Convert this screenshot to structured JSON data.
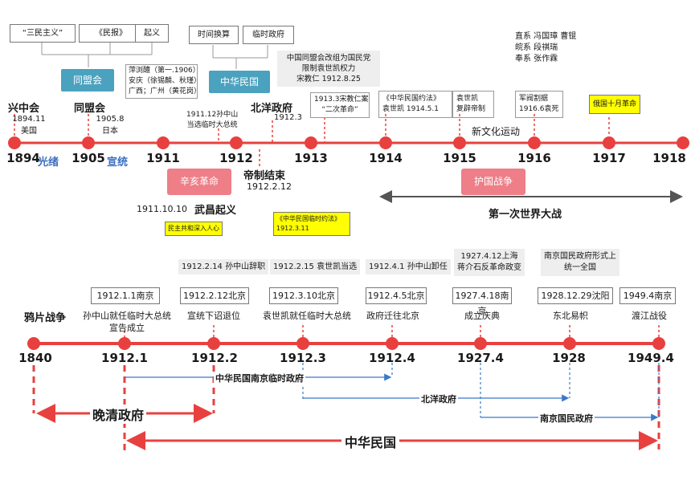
{
  "top": {
    "concept_boxes": [
      "“三民主义”",
      "《民报》",
      "起义"
    ],
    "concept_boxes2": [
      "时间换算",
      "临时政府"
    ],
    "tongmenghui_badge": "同盟会",
    "minguo_badge": "中华民国",
    "uprisings_note": [
      "萍浏醴（第一.1906）",
      "安庆（徐锡麟、秋瑾）",
      "广西；广州（黄花岗）"
    ],
    "kmt_note": [
      "中国同盟会改组为国民党",
      "限制袁世凯权力",
      "宋教仁 1912.8.25"
    ],
    "warlords_note": [
      "直系 冯国璋 曹锟",
      "皖系 段祺瑞",
      "奉系 张作霖"
    ],
    "years": [
      "1894",
      "1905",
      "1911",
      "1912",
      "1913",
      "1914",
      "1915",
      "1916",
      "1917",
      "1918"
    ],
    "year_tags": {
      "y1894": "光绪",
      "y1905": "宣统"
    },
    "events": {
      "xingzhonghui": "兴中会",
      "xingzhonghui_sub": [
        "1894.11",
        "美国"
      ],
      "tongmenghui": "同盟会",
      "tongmenghui_sub": [
        "1905.8",
        "日本"
      ],
      "sun_note": [
        "1911.12孙中山",
        "当选临时大总统"
      ],
      "beiyang": "北洋政府",
      "beiyang_date": "1912.3",
      "song_note": [
        "1913.3宋教仁案",
        "“二次革命”"
      ],
      "yuefa_note": [
        "《中华民国约法》",
        "袁世凯 1914.5.1"
      ],
      "restore_note": [
        "袁世凯",
        "复辟帝制"
      ],
      "warlord_split_note": [
        "军阀割据",
        "1916.6袁死"
      ],
      "october_rev": "俄国十月革命",
      "new_culture": "新文化运动",
      "xinhai": "辛亥革命",
      "end_empire": "帝制结束",
      "end_empire_date": "1912.2.12",
      "wuchang_date": "1911.10.10",
      "wuchang": "武昌起义",
      "democracy_note": "民主共和深入人心",
      "provisional_const": [
        "《中华民国临时约法》",
        "1912.3.11"
      ],
      "huguo": "护国战争",
      "ww1": "第一次世界大战"
    }
  },
  "bottom": {
    "top_notes": [
      "1912.2.14 孙中山辞职",
      "1912.2.15 袁世凯当选",
      "1912.4.1 孙中山卸任",
      "1927.4.12上海\n蒋介石反革命政变",
      "南京国民政府形式上\n统一全国"
    ],
    "date_boxes": [
      "1912.1.1南京",
      "1912.2.12北京",
      "1912.3.10北京",
      "1912.4.5北京",
      "1927.4.18南京",
      "1928.12.29沈阳",
      "1949.4南京"
    ],
    "event_labels": [
      "鸦片战争",
      "孙中山就任临时大总统\n宣告成立",
      "宣统下诏退位",
      "袁世凯就任临时大总统",
      "政府迁往北京",
      "成立庆典",
      "东北易帜",
      "渡江战役"
    ],
    "years": [
      "1840",
      "1912.1",
      "1912.2",
      "1912.3",
      "1912.4",
      "1927.4",
      "1928",
      "1949.4"
    ],
    "spans": {
      "nanjing_provisional": "中华民国南京临时政府",
      "beiyang": "北洋政府",
      "nanjing_national": "南京国民政府",
      "late_qing": "晚清政府",
      "roc": "中华民国"
    }
  },
  "colors": {
    "red": "#e8403f",
    "blue": "#3b78c9",
    "teal": "#4ba2bf",
    "pink": "#ee7e87",
    "yellow": "#ffff00"
  }
}
